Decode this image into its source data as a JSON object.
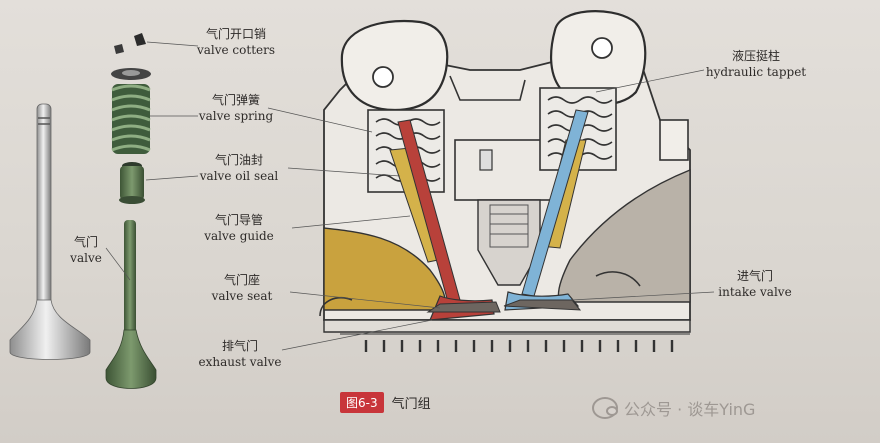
{
  "labels": [
    {
      "key": "cotters",
      "cn": "气门开口销",
      "en": "valve cotters"
    },
    {
      "key": "spring",
      "cn": "气门弹簧",
      "en": "valve spring"
    },
    {
      "key": "oil_seal",
      "cn": "气门油封",
      "en": "valve oil seal"
    },
    {
      "key": "guide",
      "cn": "气门导管",
      "en": "valve guide"
    },
    {
      "key": "valve",
      "cn": "气门",
      "en": "valve"
    },
    {
      "key": "seat",
      "cn": "气门座",
      "en": "valve seat"
    },
    {
      "key": "exhaust",
      "cn": "排气门",
      "en": "exhaust valve"
    },
    {
      "key": "tappet",
      "cn": "液压挺柱",
      "en": "hydraulic tappet"
    },
    {
      "key": "intake",
      "cn": "进气门",
      "en": "intake valve"
    }
  ],
  "caption": {
    "figure_no": "图6-3",
    "title": "气门组"
  },
  "watermark": {
    "text": "公众号 · 谈车YinG"
  },
  "colors": {
    "exhaust_valve": "#b8413a",
    "intake_valve": "#7fb3d6",
    "valve_guide": "#d4b24a",
    "exhaust_port": "#c9a23e",
    "intake_port": "#b9b2a8",
    "seal_green": "#4f6a45"
  }
}
